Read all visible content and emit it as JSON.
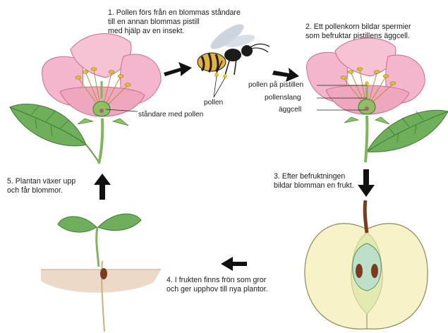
{
  "steps": {
    "step1": "1. Pollen förs från en blommas ståndare\ntill en annan blommas pistill\nmed hjälp av en insekt.",
    "step2": "2. Ett pollenkorn bildar spermier\nsom befruktar pistillens äggcell.",
    "step3": "3. Efter befruktningen\nbildar blomman en frukt.",
    "step4": "4. I frukten finns frön som gror\noch ger upphov till nya plantor.",
    "step5": "5. Plantan växer upp\noch får blommor."
  },
  "labels": {
    "pollen": "pollen",
    "standare": "ståndare med pollen",
    "pollen_pa_pistillen": "pollen på pistillen",
    "pollenslang": "pollenslang",
    "aggcell": "äggcell"
  },
  "colors": {
    "petal": "#f3b6cc",
    "petal_edge": "#c96d8c",
    "leaf": "#6fae5a",
    "leaf_dark": "#3f7a34",
    "stem": "#7fb65a",
    "apple_flesh": "#f7f2c8",
    "apple_core": "#e3eab0",
    "seed": "#7a3b1e",
    "soil": "#e9d2bd",
    "arrow": "#111111",
    "bee_yellow": "#e2b23a",
    "bee_black": "#1b1b1b",
    "wing": "#bfc9d6"
  }
}
